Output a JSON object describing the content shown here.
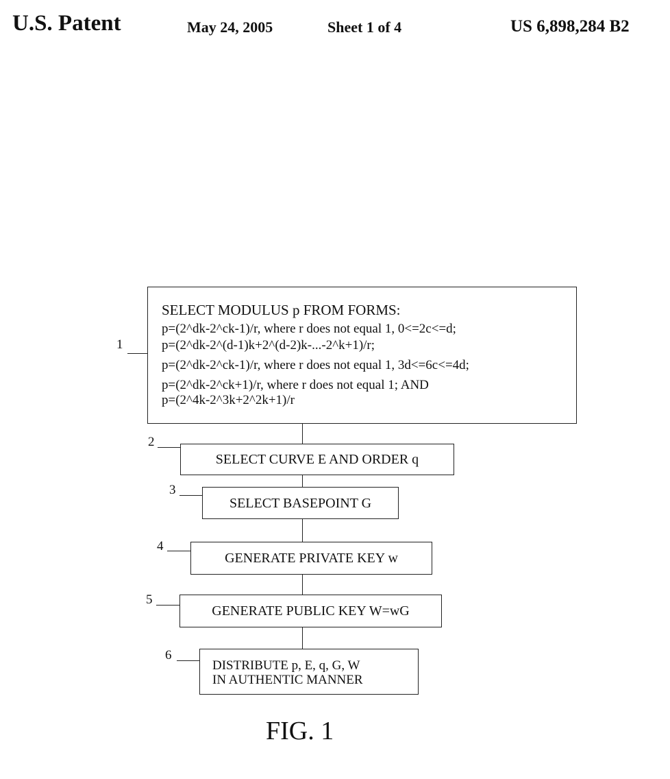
{
  "header": {
    "patent": "U.S. Patent",
    "date": "May 24, 2005",
    "sheet": "Sheet 1 of 4",
    "number": "US 6,898,284 B2"
  },
  "steps": [
    {
      "ref": "1",
      "lines": [
        "SELECT MODULUS p FROM FORMS:",
        "p=(2^dk-2^ck-1)/r, where r does not equal 1, 0<=2c<=d;",
        "p=(2^dk-2^(d-1)k+2^(d-2)k-...-2^k+1)/r;",
        "p=(2^dk-2^ck-1)/r, where r does not equal 1, 3d<=6c<=4d;",
        "p=(2^dk-2^ck+1)/r, where r does not equal 1; AND",
        "p=(2^4k-2^3k+2^2k+1)/r"
      ]
    },
    {
      "ref": "2",
      "text": "SELECT CURVE E AND ORDER q"
    },
    {
      "ref": "3",
      "text": "SELECT BASEPOINT G"
    },
    {
      "ref": "4",
      "text": "GENERATE PRIVATE KEY w"
    },
    {
      "ref": "5",
      "text": "GENERATE PUBLIC KEY W=wG"
    },
    {
      "ref": "6",
      "lines": [
        "DISTRIBUTE p, E, q, G, W",
        "IN AUTHENTIC MANNER"
      ]
    }
  ],
  "caption": "FIG. 1"
}
